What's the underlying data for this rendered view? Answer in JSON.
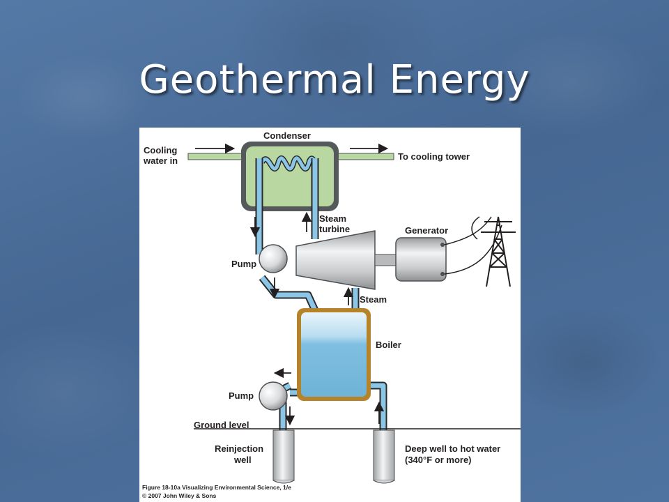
{
  "slide": {
    "title": "Geothermal Energy"
  },
  "diagram": {
    "labels": {
      "condenser": "Condenser",
      "cooling_water_in_line1": "Cooling",
      "cooling_water_in_line2": "water in",
      "to_cooling_tower": "To cooling tower",
      "steam_turbine_line1": "Steam",
      "steam_turbine_line2": "turbine",
      "generator": "Generator",
      "pump_upper": "Pump",
      "steam": "Steam",
      "boiler": "Boiler",
      "pump_lower": "Pump",
      "ground_level": "Ground level",
      "reinjection_well_line1": "Reinjection",
      "reinjection_well_line2": "well",
      "deep_well_line1": "Deep well to hot water",
      "deep_well_line2": "(340°F or more)"
    },
    "caption": {
      "line1": "Figure 18-10a Visualizing Environmental Science, 1/e",
      "line2": "© 2007 John Wiley & Sons"
    },
    "colors": {
      "water_pipe": "#8cc6e6",
      "water_pipe_outline": "#2a2a2a",
      "condenser_fill": "#b9d7a0",
      "condenser_frame": "#55595c",
      "boiler_frame": "#b5842a",
      "boiler_water": "#7fbfe0",
      "machine_gray": "#d0d2d4"
    }
  }
}
